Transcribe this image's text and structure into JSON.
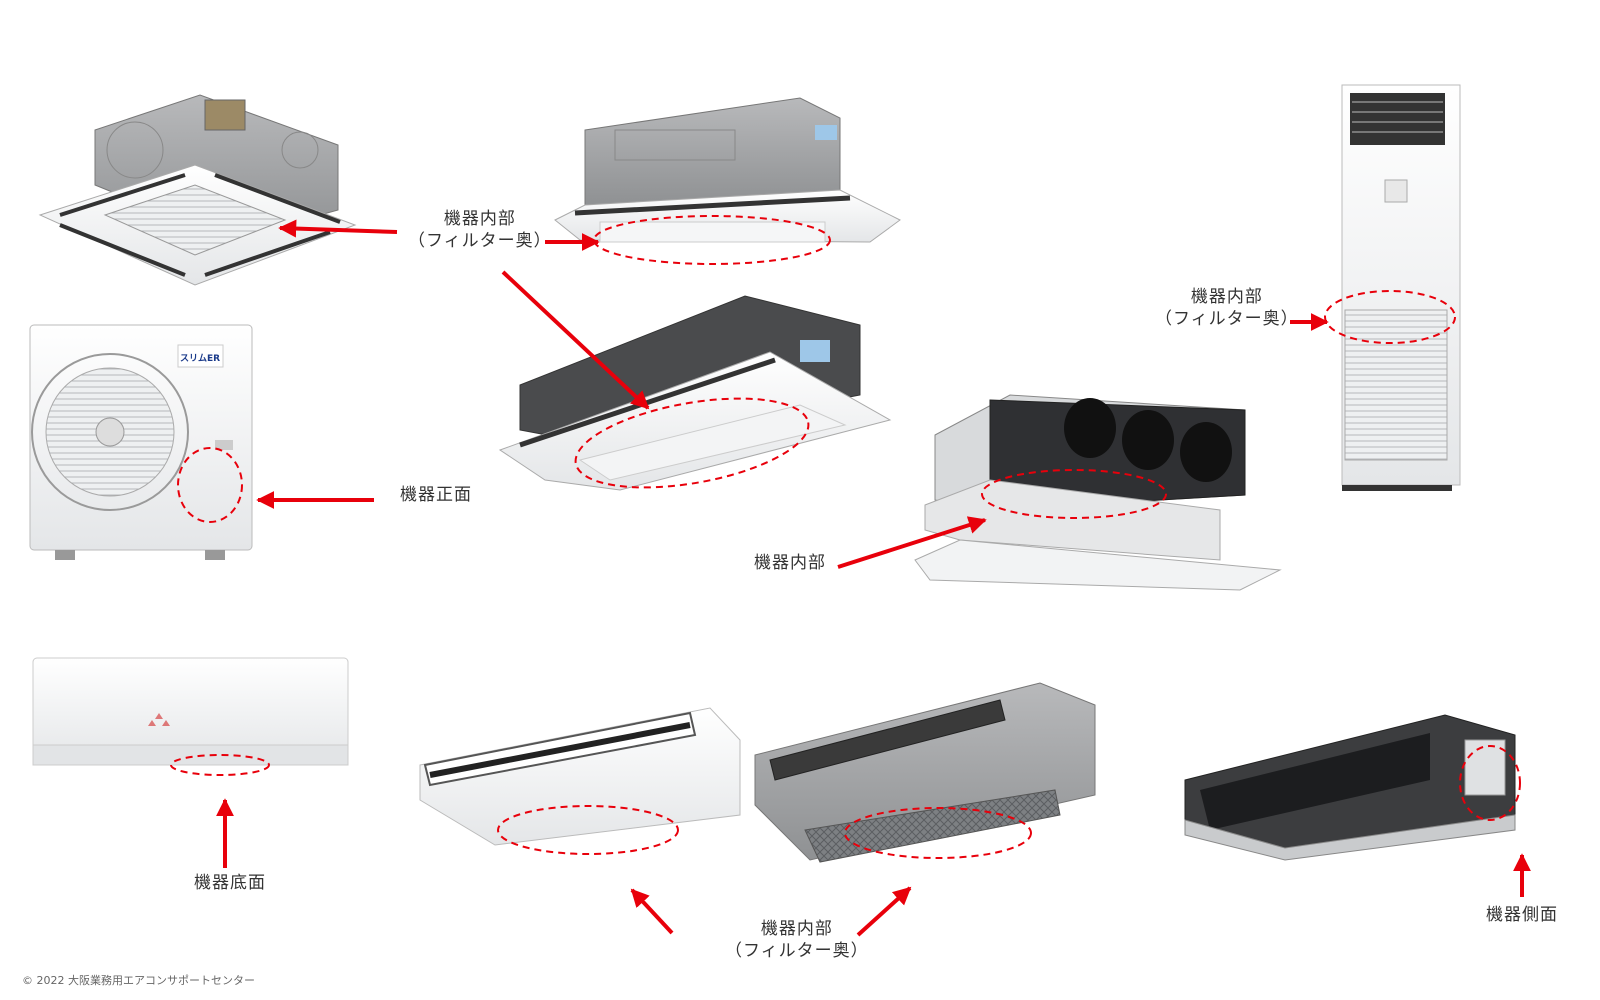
{
  "labels": {
    "internal_filter": "機器内部",
    "filter_back": "（フィルター奥）",
    "internal": "機器内部",
    "front": "機器正面",
    "bottom": "機器底面",
    "side": "機器側面"
  },
  "outdoor_unit_logo": "スリムER",
  "copyright": "© 2022 大阪業務用エアコンサポートセンター",
  "colors": {
    "accent": "#e8000b",
    "unit_body": "#f2f2f2",
    "metal": "#c9cbcd",
    "dark": "#3a3a3a"
  }
}
